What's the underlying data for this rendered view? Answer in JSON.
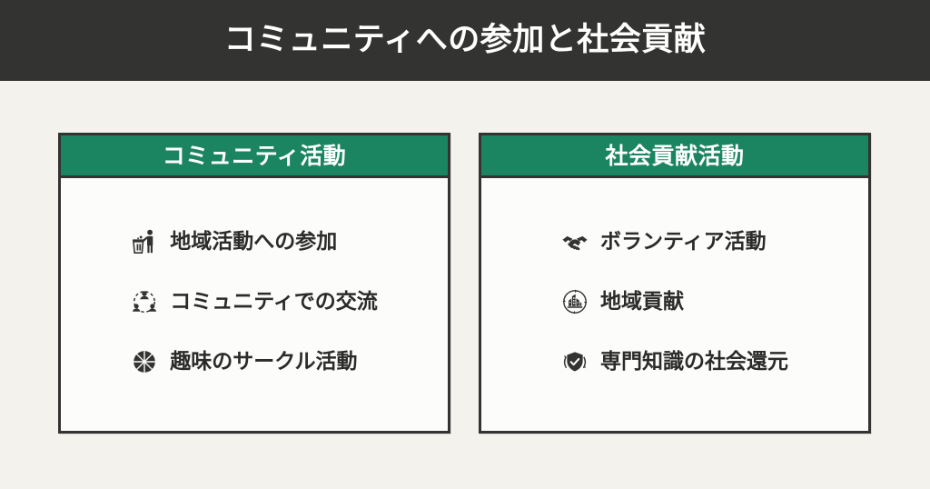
{
  "slide": {
    "title": "コミュニティへの参加と社会貢献",
    "background_color": "#f4f2ed",
    "title_bar_color": "#333331",
    "accent_color": "#1b8561",
    "border_color": "#333331",
    "card_body_color": "#fcfcfb",
    "text_color": "#2b2b29"
  },
  "cards": [
    {
      "header": "コミュニティ活動",
      "items": [
        {
          "icon": "person-litter-bin-icon",
          "label": "地域活動への参加"
        },
        {
          "icon": "people-network-circle-icon",
          "label": "コミュニティでの交流"
        },
        {
          "icon": "basketball-icon",
          "label": "趣味のサークル活動"
        }
      ]
    },
    {
      "header": "社会貢献活動",
      "items": [
        {
          "icon": "handshake-icon",
          "label": "ボランティア活動"
        },
        {
          "icon": "city-buildings-circle-icon",
          "label": "地域貢献"
        },
        {
          "icon": "shield-check-refresh-icon",
          "label": "専門知識の社会還元"
        }
      ]
    }
  ]
}
